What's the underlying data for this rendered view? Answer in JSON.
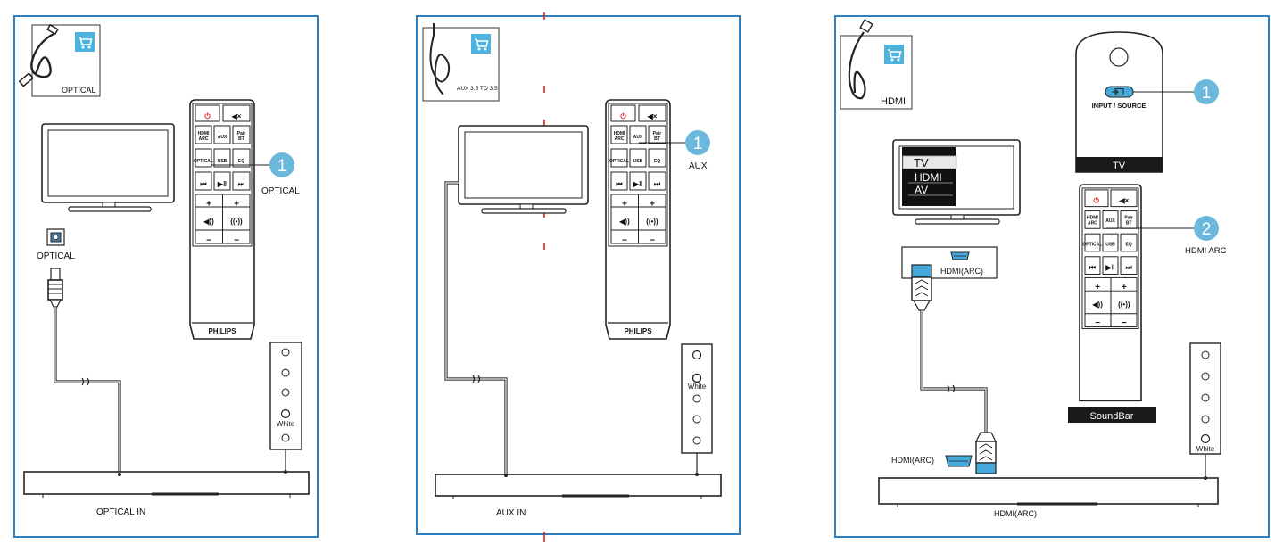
{
  "panels": {
    "optical": {
      "cable_label": "OPTICAL",
      "step_number": "1",
      "step_label": "OPTICAL",
      "tv_port_label": "OPTICAL",
      "soundbar_input_label": "OPTICAL IN",
      "light_label": "White"
    },
    "aux": {
      "cable_label": "AUX 3.5 TO 3.5",
      "step_number": "1",
      "step_label": "AUX",
      "soundbar_input_label": "AUX IN",
      "light_label": "White"
    },
    "hdmi": {
      "cable_label": "HDMI",
      "step1_number": "1",
      "step1_label": "INPUT / SOURCE",
      "tv_remote_brand": "TV",
      "tv_menu": [
        "TV",
        "HDMI",
        "AV"
      ],
      "tv_port_label": "HDMI(ARC)",
      "step2_number": "2",
      "step2_label": "HDMI ARC",
      "soundbar_remote_brand": "SoundBar",
      "soundbar_port_label": "HDMI(ARC)",
      "soundbar_input_label": "HDMI(ARC)",
      "light_label": "White"
    }
  },
  "remote": {
    "brand": "PHILIPS",
    "rows": [
      [
        "⏻",
        "◀×"
      ],
      [
        "HDMI ARC",
        "AUX",
        "Pair BT"
      ],
      [
        "OPTICAL",
        "USB",
        "EQ"
      ],
      [
        "⏮",
        "▶‖",
        "⏭"
      ],
      [
        "+",
        "+"
      ],
      [
        "◀))",
        "((•))"
      ],
      [
        "−",
        "−"
      ]
    ]
  },
  "colors": {
    "panel_border": "#2d7fc0",
    "step_circle": "#6bb8dc",
    "shop_badge": "#4bb3de",
    "power_red": "#e02020",
    "hdmi_blue": "#46a9dc",
    "marker_red": "#e02020"
  },
  "icons": [
    "shopping-cart-icon",
    "optical-cable-icon",
    "aux-cable-icon",
    "hdmi-cable-icon",
    "power-icon",
    "mute-icon",
    "input-source-icon"
  ]
}
